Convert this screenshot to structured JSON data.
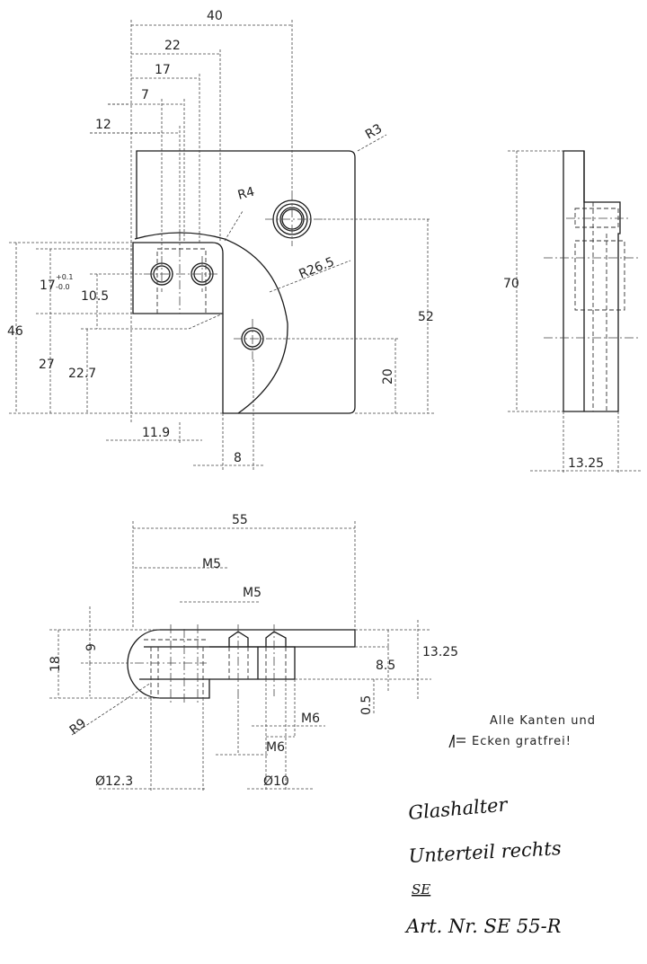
{
  "front_view": {
    "dims": {
      "d40": "40",
      "d22": "22",
      "d17": "17",
      "d7": "7",
      "d12": "12",
      "r3": "R3",
      "r4": "R4",
      "r26_5": "R26.5",
      "d17_tol": "17",
      "tol_plus": "+0.1",
      "tol_minus": "-0.0",
      "d10_5": "10.5",
      "d46": "46",
      "d27": "27",
      "d22_7": "22.7",
      "d52": "52",
      "d20": "20",
      "d11_9": "11.9",
      "d8": "8"
    }
  },
  "side_view": {
    "dims": {
      "d70": "70",
      "d13_25": "13.25"
    }
  },
  "bottom_view": {
    "dims": {
      "d55": "55",
      "m5_a": "M5",
      "m5_b": "M5",
      "d9": "9",
      "d18": "18",
      "d8_5": "8.5",
      "d13_25": "13.25",
      "d0_5": "0.5",
      "m6_a": "M6",
      "m6_b": "M6",
      "r9": "R9",
      "dia12_3": "Ø12.3",
      "dia10": "Ø10"
    }
  },
  "note": {
    "line1": "Alle Kanten und",
    "line2": "Ecken gratfrei!"
  },
  "title_block": {
    "name": "Glashalter",
    "part": "Unterteil rechts",
    "initials": "SE",
    "article": "Art. Nr. SE 55-R"
  }
}
